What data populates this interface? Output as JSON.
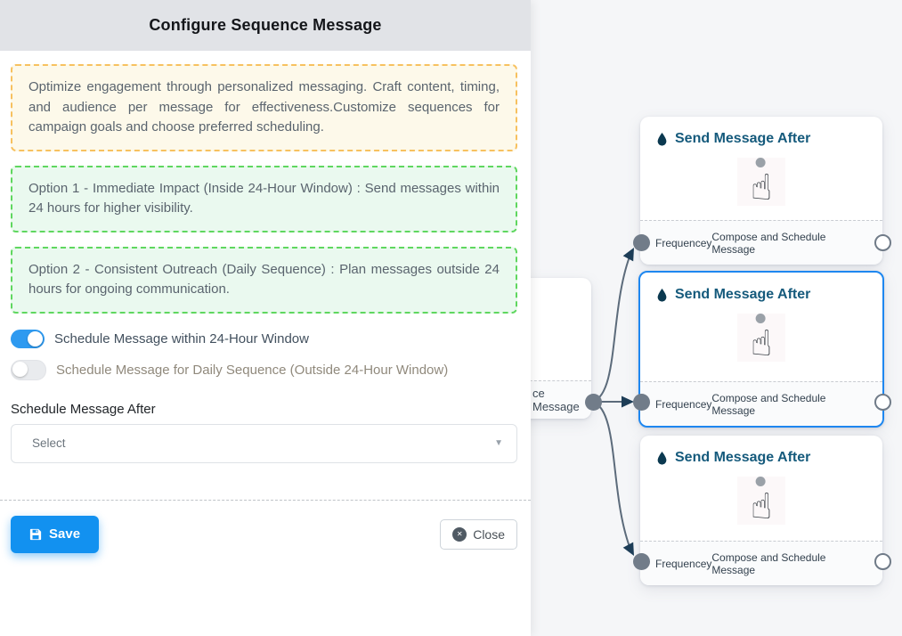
{
  "panel": {
    "title": "Configure Sequence Message",
    "description": "Optimize engagement through personalized messaging. Craft content, timing, and audience per message for effectiveness.Customize sequences for campaign goals and choose preferred scheduling.",
    "option1": "Option 1 - Immediate Impact (Inside 24-Hour Window) : Send messages within 24 hours for higher visibility.",
    "option2": "Option 2 - Consistent Outreach (Daily Sequence) : Plan messages outside 24 hours for ongoing communication.",
    "toggle_within_24h": {
      "label": "Schedule Message within 24-Hour Window",
      "state": "on"
    },
    "toggle_daily": {
      "label": "Schedule Message for Daily Sequence (Outside 24-Hour Window)",
      "state": "off"
    },
    "schedule_after": {
      "label": "Schedule Message After",
      "value": "Select"
    },
    "save_label": "Save",
    "close_label": "Close"
  },
  "flow": {
    "source_node": {
      "visible_label": "ce Message"
    },
    "nodes": [
      {
        "title": "Send Message After",
        "left_handle_label": "Frequencey",
        "right_handle_label": "Compose and Schedule Message",
        "selected": false
      },
      {
        "title": "Send Message After",
        "left_handle_label": "Frequencey",
        "right_handle_label": "Compose and Schedule Message",
        "selected": true
      },
      {
        "title": "Send Message After",
        "left_handle_label": "Frequencey",
        "right_handle_label": "Compose and Schedule Message",
        "selected": false
      }
    ]
  },
  "glyphs": {
    "hand_pointer": "☝",
    "caret_down": "▼",
    "close_x": "✕"
  },
  "colors": {
    "flow_bg": "#f5f6f8",
    "toggle_on": "#2e9af0",
    "save_button": "#1291f0",
    "selected_node_border": "#1e87f0",
    "node_title": "#155a7c",
    "note_border": "#f7c15f",
    "option_border": "#5fd75f",
    "edge": "#5c6b7b",
    "arrow": "#1d3d57"
  }
}
